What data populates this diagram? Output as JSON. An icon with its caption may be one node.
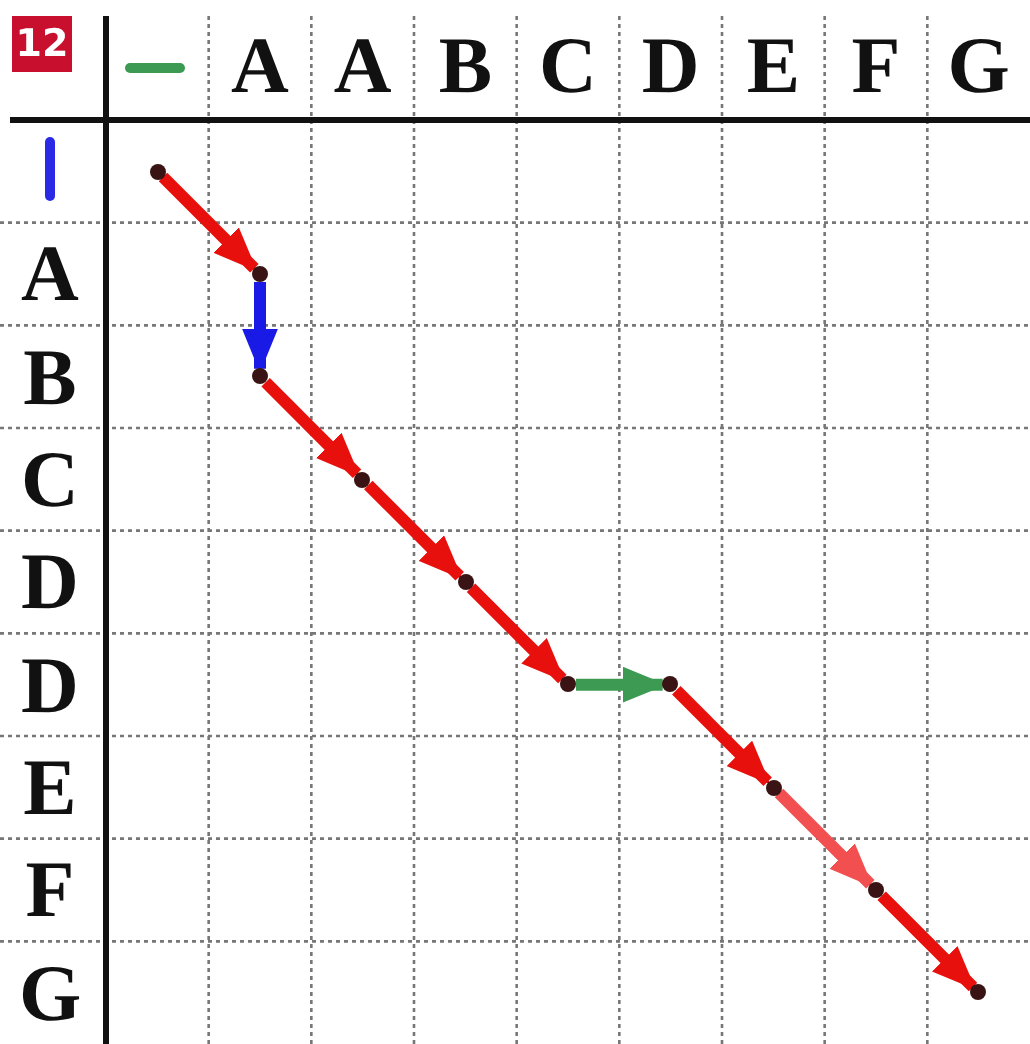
{
  "diagram": {
    "nodes": [
      {
        "text": [],
        "shape": "dot"
      },
      {
        "text": [],
        "shape": "dot"
      },
      {
        "text": [],
        "shape": "dot"
      },
      {
        "text": [],
        "shape": "dot"
      },
      {
        "text": [],
        "shape": "dot"
      },
      {
        "text": [],
        "shape": "dot"
      },
      {
        "text": [],
        "shape": "dot"
      },
      {
        "text": [],
        "shape": "dot"
      },
      {
        "text": [],
        "shape": "dot"
      },
      {
        "text": [],
        "shape": "dot"
      }
    ],
    "edges": [
      {
        "from": 0,
        "to": 1,
        "arrow": "to"
      },
      {
        "from": 1,
        "to": 2,
        "arrow": "to",
        "color": "#1a1ae6"
      },
      {
        "from": 2,
        "to": 3,
        "arrow": "to"
      },
      {
        "from": 3,
        "to": 4,
        "arrow": "to"
      },
      {
        "from": 4,
        "to": 5,
        "arrow": "to"
      },
      {
        "from": 5,
        "to": 6,
        "arrow": "to",
        "color": "#3c9a52"
      },
      {
        "from": 6,
        "to": 7,
        "arrow": "to"
      },
      {
        "from": 7,
        "to": 8,
        "arrow": "to",
        "color": "#f25050"
      },
      {
        "from": 8,
        "to": 9,
        "arrow": "to"
      }
    ],
    "labels": [
      "12",
      "A",
      "A",
      "B",
      "C",
      "D",
      "E",
      "F",
      "G",
      "A",
      "B",
      "C",
      "D",
      "D",
      "E",
      "F",
      "G"
    ]
  }
}
